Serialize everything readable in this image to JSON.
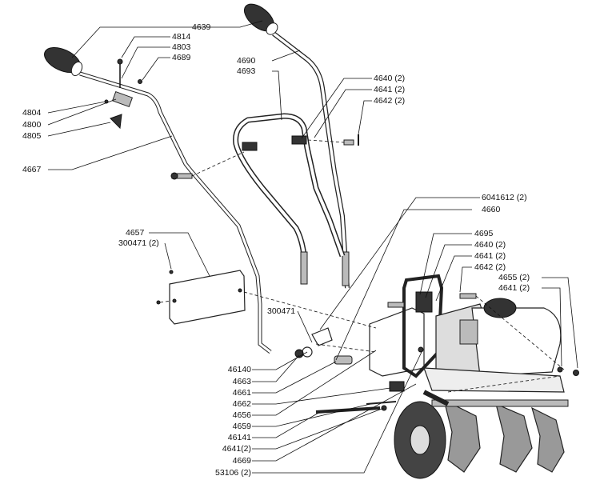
{
  "labels": {
    "p4639": "4639",
    "p4814": "4814",
    "p4803": "4803",
    "p4689": "4689",
    "p4690": "4690",
    "p4693": "4693",
    "p4640a": "4640 (2)",
    "p4641a": "4641 (2)",
    "p4642a": "4642 (2)",
    "p4804": "4804",
    "p4800": "4800",
    "p4805": "4805",
    "p4667": "4667",
    "p6041612": "6041612 (2)",
    "p4660": "4660",
    "p4657": "4657",
    "p300471a": "300471 (2)",
    "p4695": "4695",
    "p4640b": "4640 (2)",
    "p4641b": "4641 (2)",
    "p4642b": "4642 (2)",
    "p4655": "4655 (2)",
    "p4641c": "4641 (2)",
    "p300471b": "300471",
    "p46140": "46140",
    "p4663": "4663",
    "p4661": "4661",
    "p4662": "4662",
    "p4656": "4656",
    "p4659": "4659",
    "p46141": "46141",
    "p4641d": "4641(2)",
    "p4669": "4669",
    "p53106": "53106 (2)"
  }
}
